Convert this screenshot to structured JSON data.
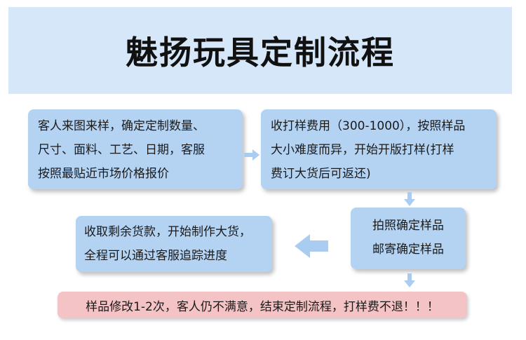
{
  "title": "魅扬玩具定制流程",
  "steps": [
    {
      "lines": [
        "客人来图来样，确定定制数量、",
        "尺寸、面料、工艺、日期，客服",
        "按照最贴近市场价格报价"
      ]
    },
    {
      "lines": [
        "收打样费用（300-1000），按照样品",
        "大小难度而异，开始开版打样(打样",
        "费订大货后可返还)"
      ]
    },
    {
      "lines": [
        "拍照确定样品",
        "邮寄确定样品"
      ]
    },
    {
      "lines": [
        "收取剩余货款，开始制作大货，",
        "全程可以通过客服追踪进度"
      ]
    }
  ],
  "warning": "样品修改1-2次，客人仍不满意，结束定制流程，打样费不退！！！",
  "colors": {
    "header_bg": "#d5e7f8",
    "box_bg": "#b4d3f3",
    "warning_bg": "#f4c3c6",
    "arrow": "#a9cdf0"
  }
}
